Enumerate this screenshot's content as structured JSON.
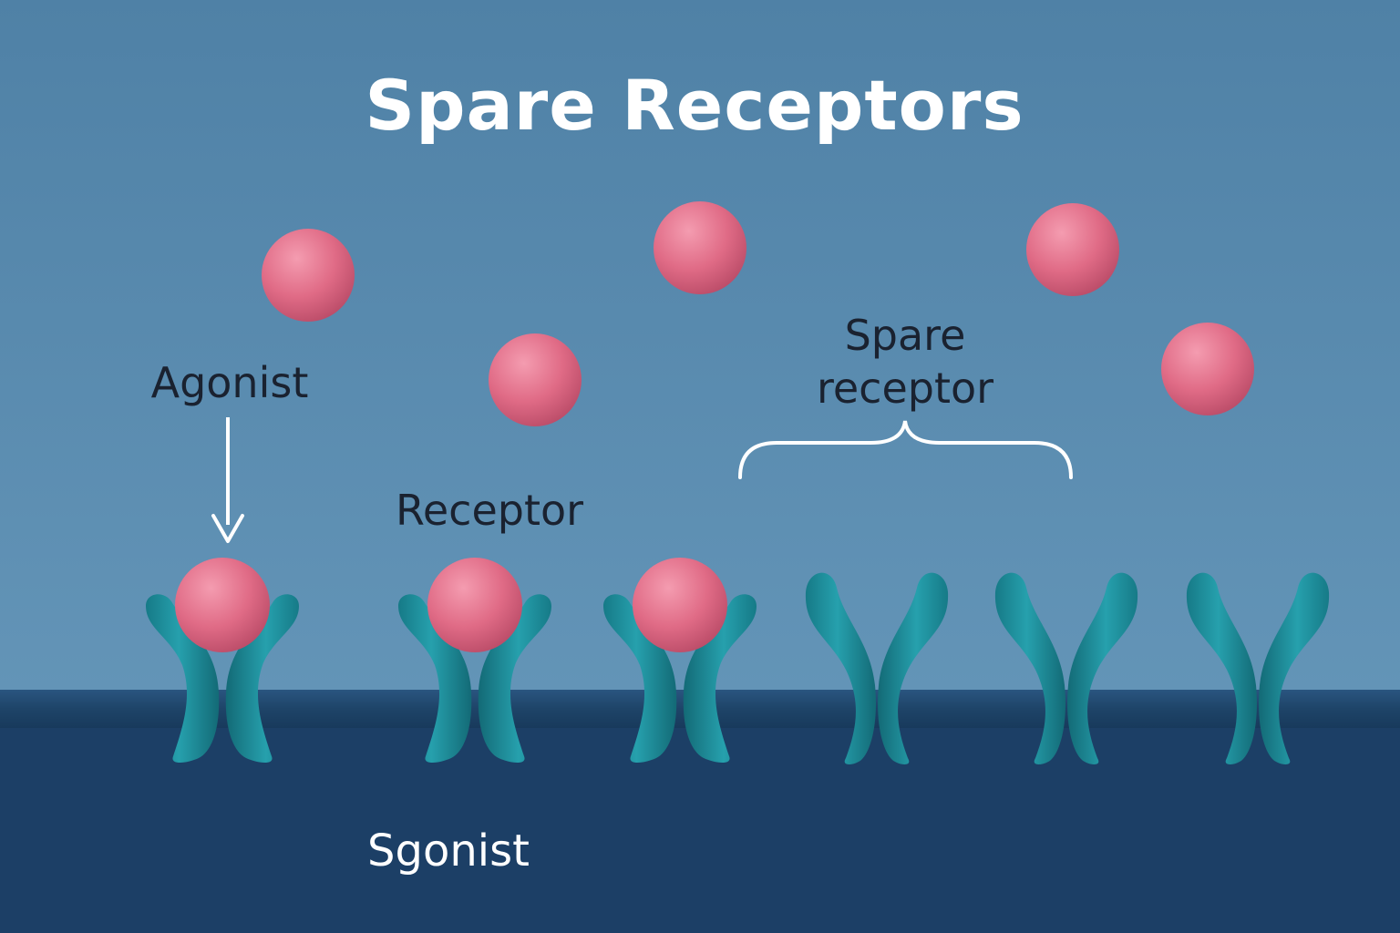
{
  "title": "Spare Receptors",
  "labels": {
    "agonist": "Agonist",
    "receptor": "Receptor",
    "spare_line1": "Spare",
    "spare_line2": "receptor",
    "membrane": "Sgonist"
  },
  "colors": {
    "background_top": "#4f81a6",
    "background_bottom": "#6a9bbd",
    "membrane_band": "#1e4468",
    "membrane_interior": "#1c3f66",
    "receptor": "#1f8f9c",
    "agonist": "#e06b86",
    "title_text": "#ffffff",
    "label_text": "#1a2230",
    "membrane_label_text": "#ffffff",
    "annotation_lines": "#ffffff"
  },
  "icons": {
    "agonist": "pink-sphere",
    "receptor": "curved-twin-helix"
  },
  "receptors": [
    {
      "id": 1,
      "bound": true
    },
    {
      "id": 2,
      "bound": true
    },
    {
      "id": 3,
      "bound": true
    },
    {
      "id": 4,
      "bound": false
    },
    {
      "id": 5,
      "bound": false
    },
    {
      "id": 6,
      "bound": false
    }
  ]
}
